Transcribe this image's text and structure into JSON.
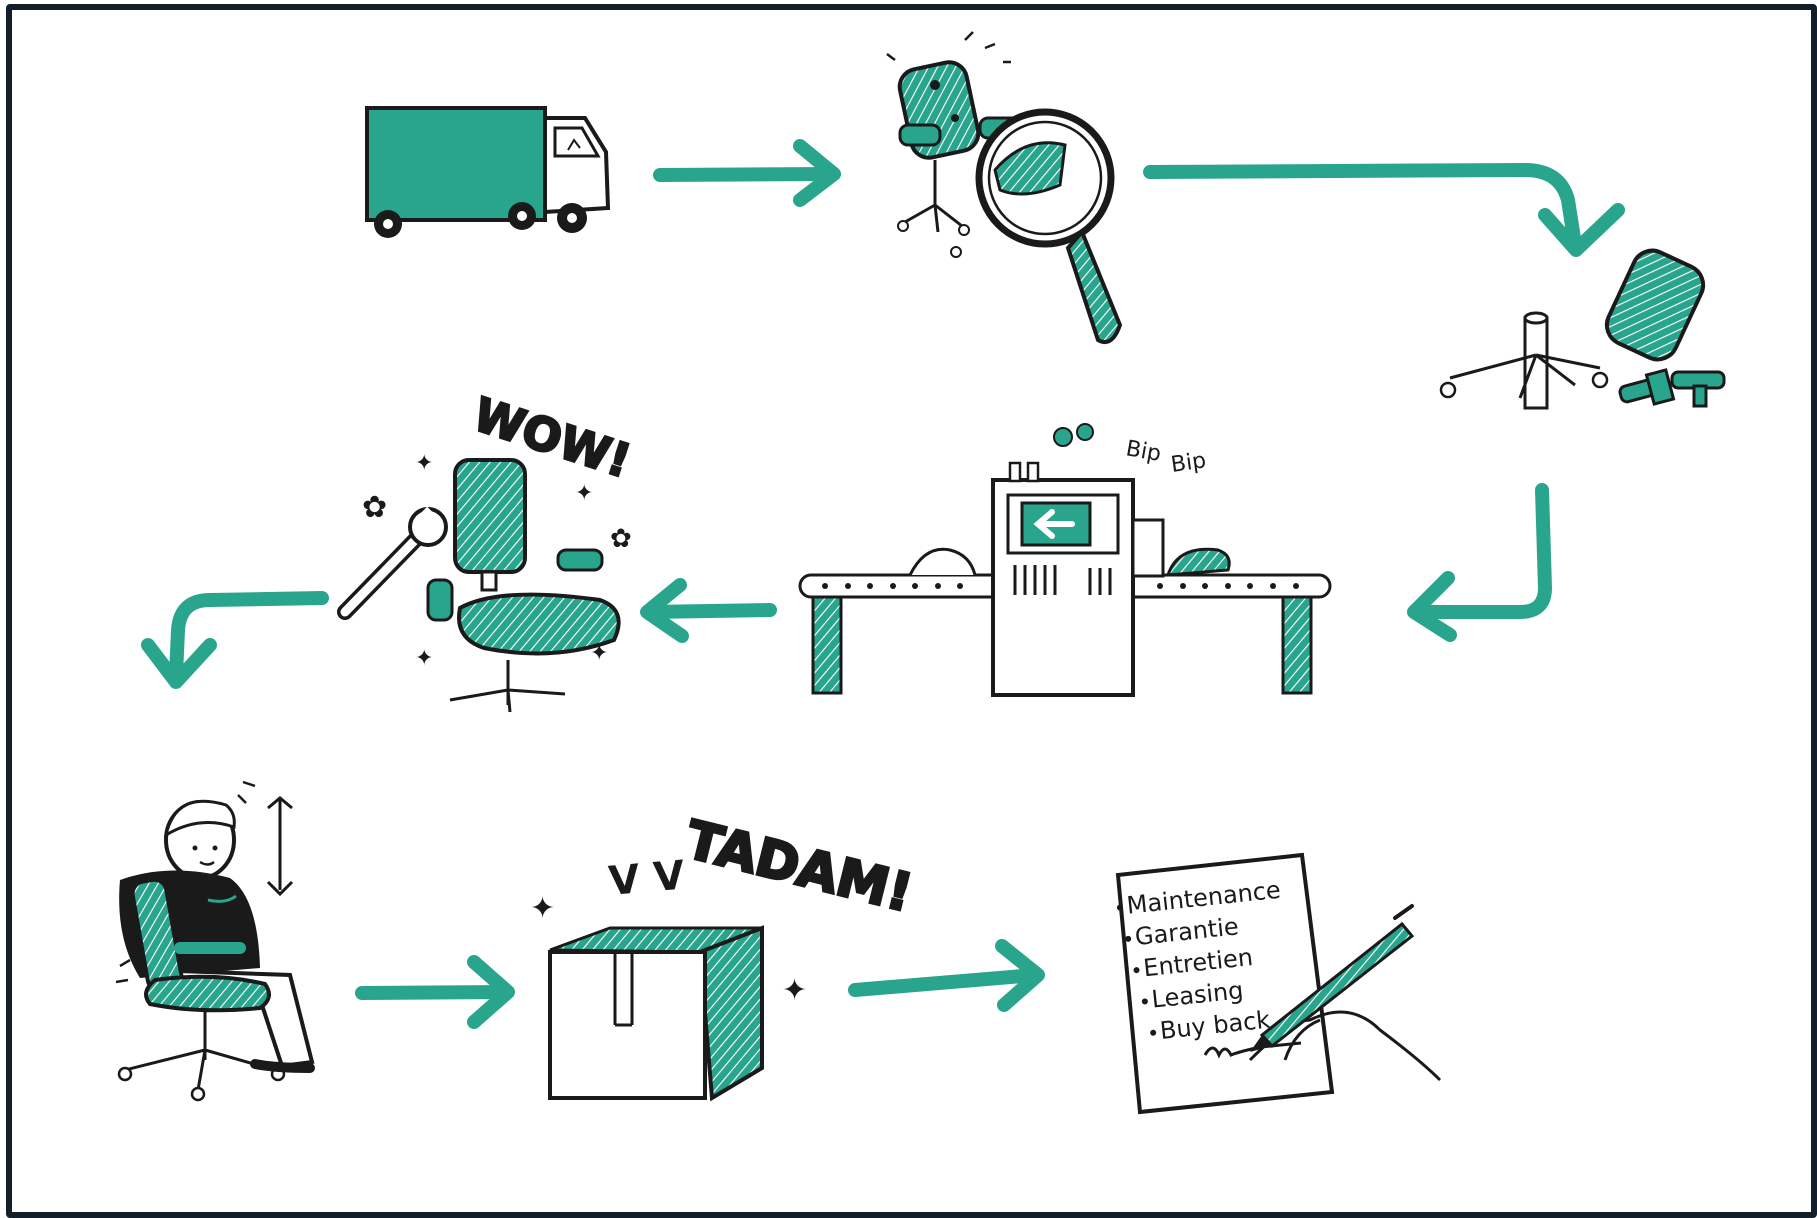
{
  "colors": {
    "accent": "#2aa58d",
    "ink": "#1a1a1a",
    "frame": "#13202b",
    "paper": "#ffffff"
  },
  "steps": [
    {
      "id": "pickup",
      "icon": "delivery-truck-icon"
    },
    {
      "id": "inspection",
      "icon": "magnifying-glass-chair-icon"
    },
    {
      "id": "disassembly",
      "icon": "disassembled-chair-icon"
    },
    {
      "id": "refurbish-machine",
      "icon": "conveyor-machine-icon"
    },
    {
      "id": "reassembly",
      "icon": "reassembled-chair-icon"
    },
    {
      "id": "testing",
      "icon": "person-testing-chair-icon"
    },
    {
      "id": "packaging",
      "icon": "cardboard-box-icon"
    },
    {
      "id": "contract",
      "icon": "signed-contract-icon"
    }
  ],
  "sfx": {
    "bip1": "Bip",
    "bip2": "Bip",
    "wow": "WOW!",
    "tadam": "TADAM!"
  },
  "contract": {
    "items": [
      "Maintenance",
      "Garantie",
      "Entretien",
      "Leasing",
      "Buy back"
    ]
  }
}
